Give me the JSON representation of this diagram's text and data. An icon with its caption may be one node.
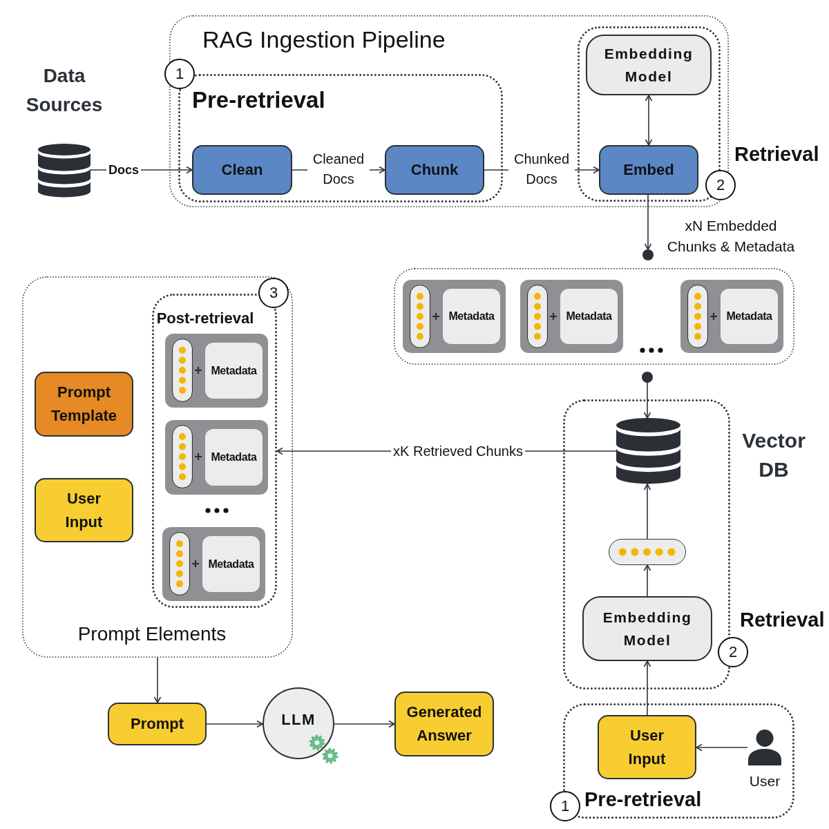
{
  "diagram": {
    "nodes": [
      {
        "text": [],
        "shape": "cylinder",
        "beside": [
          "Data Sources"
        ]
      },
      {
        "text": [
          "RAG Ingestion Pipeline"
        ]
      },
      {
        "text": [
          "1"
        ]
      },
      {
        "text": [
          "Pre-retrieval"
        ],
        "in": 1
      },
      {
        "text": [
          "Clean"
        ],
        "in": 3
      },
      {
        "text": [
          "Chunk"
        ],
        "in": 3
      },
      {
        "text": [
          "Retrieval"
        ],
        "in": 1
      },
      {
        "text": [
          "Embedding Model"
        ],
        "in": 6
      },
      {
        "text": [
          "Embed"
        ],
        "in": 6
      },
      {
        "text": [
          "2"
        ]
      },
      {
        "text": [],
        "shape": "circle"
      },
      {
        "text": [],
        "shape": "box"
      },
      {
        "text": [
          "Metadata"
        ],
        "in": 11
      },
      {
        "text": [
          "Metadata"
        ],
        "in": 11
      },
      {
        "text": [
          "Metadata"
        ],
        "in": 11
      },
      {
        "text": [],
        "shape": "circle"
      },
      {
        "text": [
          "Retrieval"
        ]
      },
      {
        "text": [],
        "shape": "cylinder",
        "in": 16,
        "beside": [
          "Vector DB"
        ]
      },
      {
        "text": [],
        "shape": "bar",
        "in": 16
      },
      {
        "text": [
          "Embedding Model"
        ],
        "in": 16
      },
      {
        "text": [
          "2"
        ]
      },
      {
        "text": [
          "Pre-retrieval"
        ]
      },
      {
        "text": [
          "User Input"
        ],
        "in": 21
      },
      {
        "text": [],
        "shape": "person",
        "in": 21,
        "beside": [
          "User"
        ]
      },
      {
        "text": [
          "1"
        ]
      },
      {
        "text": [
          "Prompt Elements"
        ]
      },
      {
        "text": [
          "Prompt Template"
        ],
        "in": 25
      },
      {
        "text": [
          "User Input"
        ],
        "in": 25
      },
      {
        "text": [
          "Post-retrieval"
        ],
        "in": 25
      },
      {
        "text": [
          "Metadata"
        ],
        "in": 28
      },
      {
        "text": [
          "Metadata"
        ],
        "in": 28
      },
      {
        "text": [
          "Metadata"
        ],
        "in": 28
      },
      {
        "text": [
          "3"
        ],
        "in": 25
      },
      {
        "text": [
          "Prompt"
        ]
      },
      {
        "text": [
          "LLM"
        ]
      },
      {
        "text": [
          "Generated Answer"
        ]
      }
    ],
    "edges": [
      {
        "from": 0,
        "to": 4,
        "arrow": "to",
        "label": "Docs"
      },
      {
        "from": 4,
        "to": 5,
        "arrow": "to",
        "label": "Cleaned Docs"
      },
      {
        "from": 5,
        "to": 8,
        "arrow": "to",
        "label": "Chunked Docs"
      },
      {
        "from": 7,
        "to": 8,
        "arrow": "both"
      },
      {
        "from": 8,
        "to": 10,
        "arrow": "to",
        "label": "xN Embedded Chunks & Metadata"
      },
      {
        "from": 15,
        "to": 17,
        "arrow": "to"
      },
      {
        "from": 17,
        "to": 28,
        "arrow": "to",
        "label": "xK Retrieved Chunks"
      },
      {
        "from": 18,
        "to": 17,
        "arrow": "to"
      },
      {
        "from": 19,
        "to": 18,
        "arrow": "to"
      },
      {
        "from": 22,
        "to": 19,
        "arrow": "to"
      },
      {
        "from": 23,
        "to": 22,
        "arrow": "to"
      },
      {
        "from": 25,
        "to": 33,
        "arrow": "to"
      },
      {
        "from": 33,
        "to": 34,
        "arrow": "to"
      },
      {
        "from": 34,
        "to": 35,
        "arrow": "to"
      }
    ]
  }
}
